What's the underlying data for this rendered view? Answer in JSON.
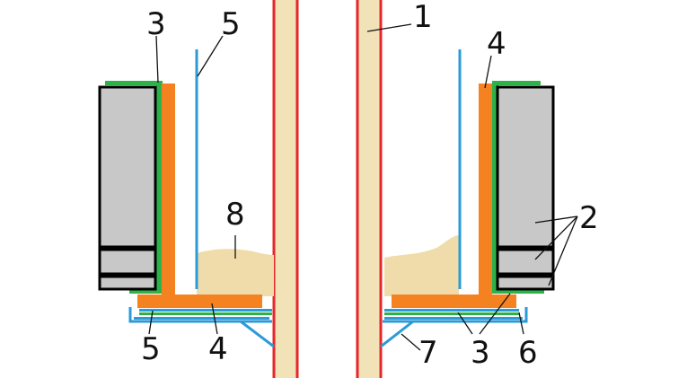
{
  "labels": {
    "l1": "1",
    "l2": "2",
    "l3_left": "3",
    "l3_right": "3",
    "l4_left": "4",
    "l4_right": "4",
    "l5_top": "5",
    "l5_bottom": "5",
    "l6": "6",
    "l7": "7",
    "l8": "8"
  },
  "colors": {
    "pipe_fill": "#f2e2b8",
    "pipe_wall": "#e8252a",
    "orange": "#f58220",
    "green": "#2db24a",
    "blue": "#2a9bd8",
    "gray_block": "#c8c8c8",
    "outline": "#000000",
    "beige_mass": "#efdcaa"
  }
}
